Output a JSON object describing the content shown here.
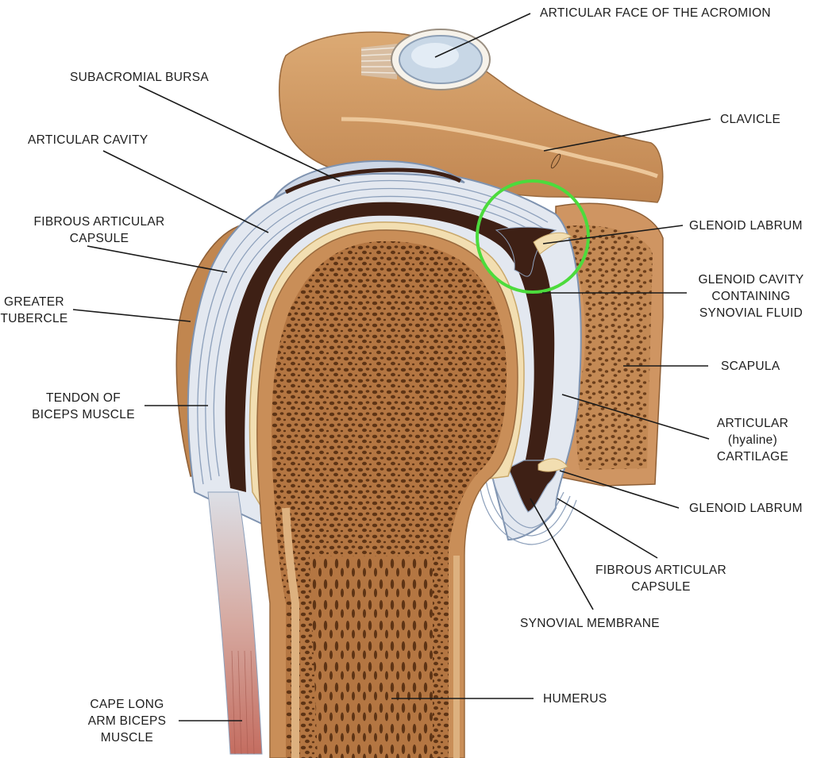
{
  "labels": {
    "acromion_face": [
      "ARTICULAR FACE OF THE ACROMION"
    ],
    "subacromial_bursa": [
      "SUBACROMIAL BURSA"
    ],
    "articular_cavity": [
      "ARTICULAR CAVITY"
    ],
    "fibrous_capsule_left": [
      "FIBROUS ARTICULAR",
      "CAPSULE"
    ],
    "greater_tubercle": [
      "GREATER",
      "TUBERCLE"
    ],
    "tendon_biceps": [
      "TENDON OF",
      "BICEPS MUSCLE"
    ],
    "cape_long_arm": [
      "CAPE LONG",
      "ARM BICEPS",
      "MUSCLE"
    ],
    "clavicle": [
      "CLAVICLE"
    ],
    "glenoid_labrum_upper": [
      "GLENOID LABRUM"
    ],
    "glenoid_cavity": [
      "GLENOID CAVITY",
      "CONTAINING",
      "SYNOVIAL FLUID"
    ],
    "scapula": [
      "SCAPULA"
    ],
    "articular_cartilage": [
      "ARTICULAR",
      "(hyaline)",
      "CARTILAGE"
    ],
    "glenoid_labrum_lower": [
      "GLENOID LABRUM"
    ],
    "fibrous_capsule_right": [
      "FIBROUS ARTICULAR",
      "CAPSULE"
    ],
    "synovial_membrane": [
      "SYNOVIAL MEMBRANE"
    ],
    "humerus": [
      "HUMERUS"
    ]
  },
  "colors": {
    "bone": "#c98e58",
    "bone_light": "#dcae7c",
    "marrow": "#a86d3e",
    "pore": "#5e3415",
    "cavity": "#3e2015",
    "capsule": "#e6ebf3",
    "capsule_line": "#8b9db8",
    "cartilage": "#f3dfb2",
    "highlight_circle": "#4cdb3c",
    "muscle": "#c97b6e",
    "leader": "#1a1a1a"
  }
}
